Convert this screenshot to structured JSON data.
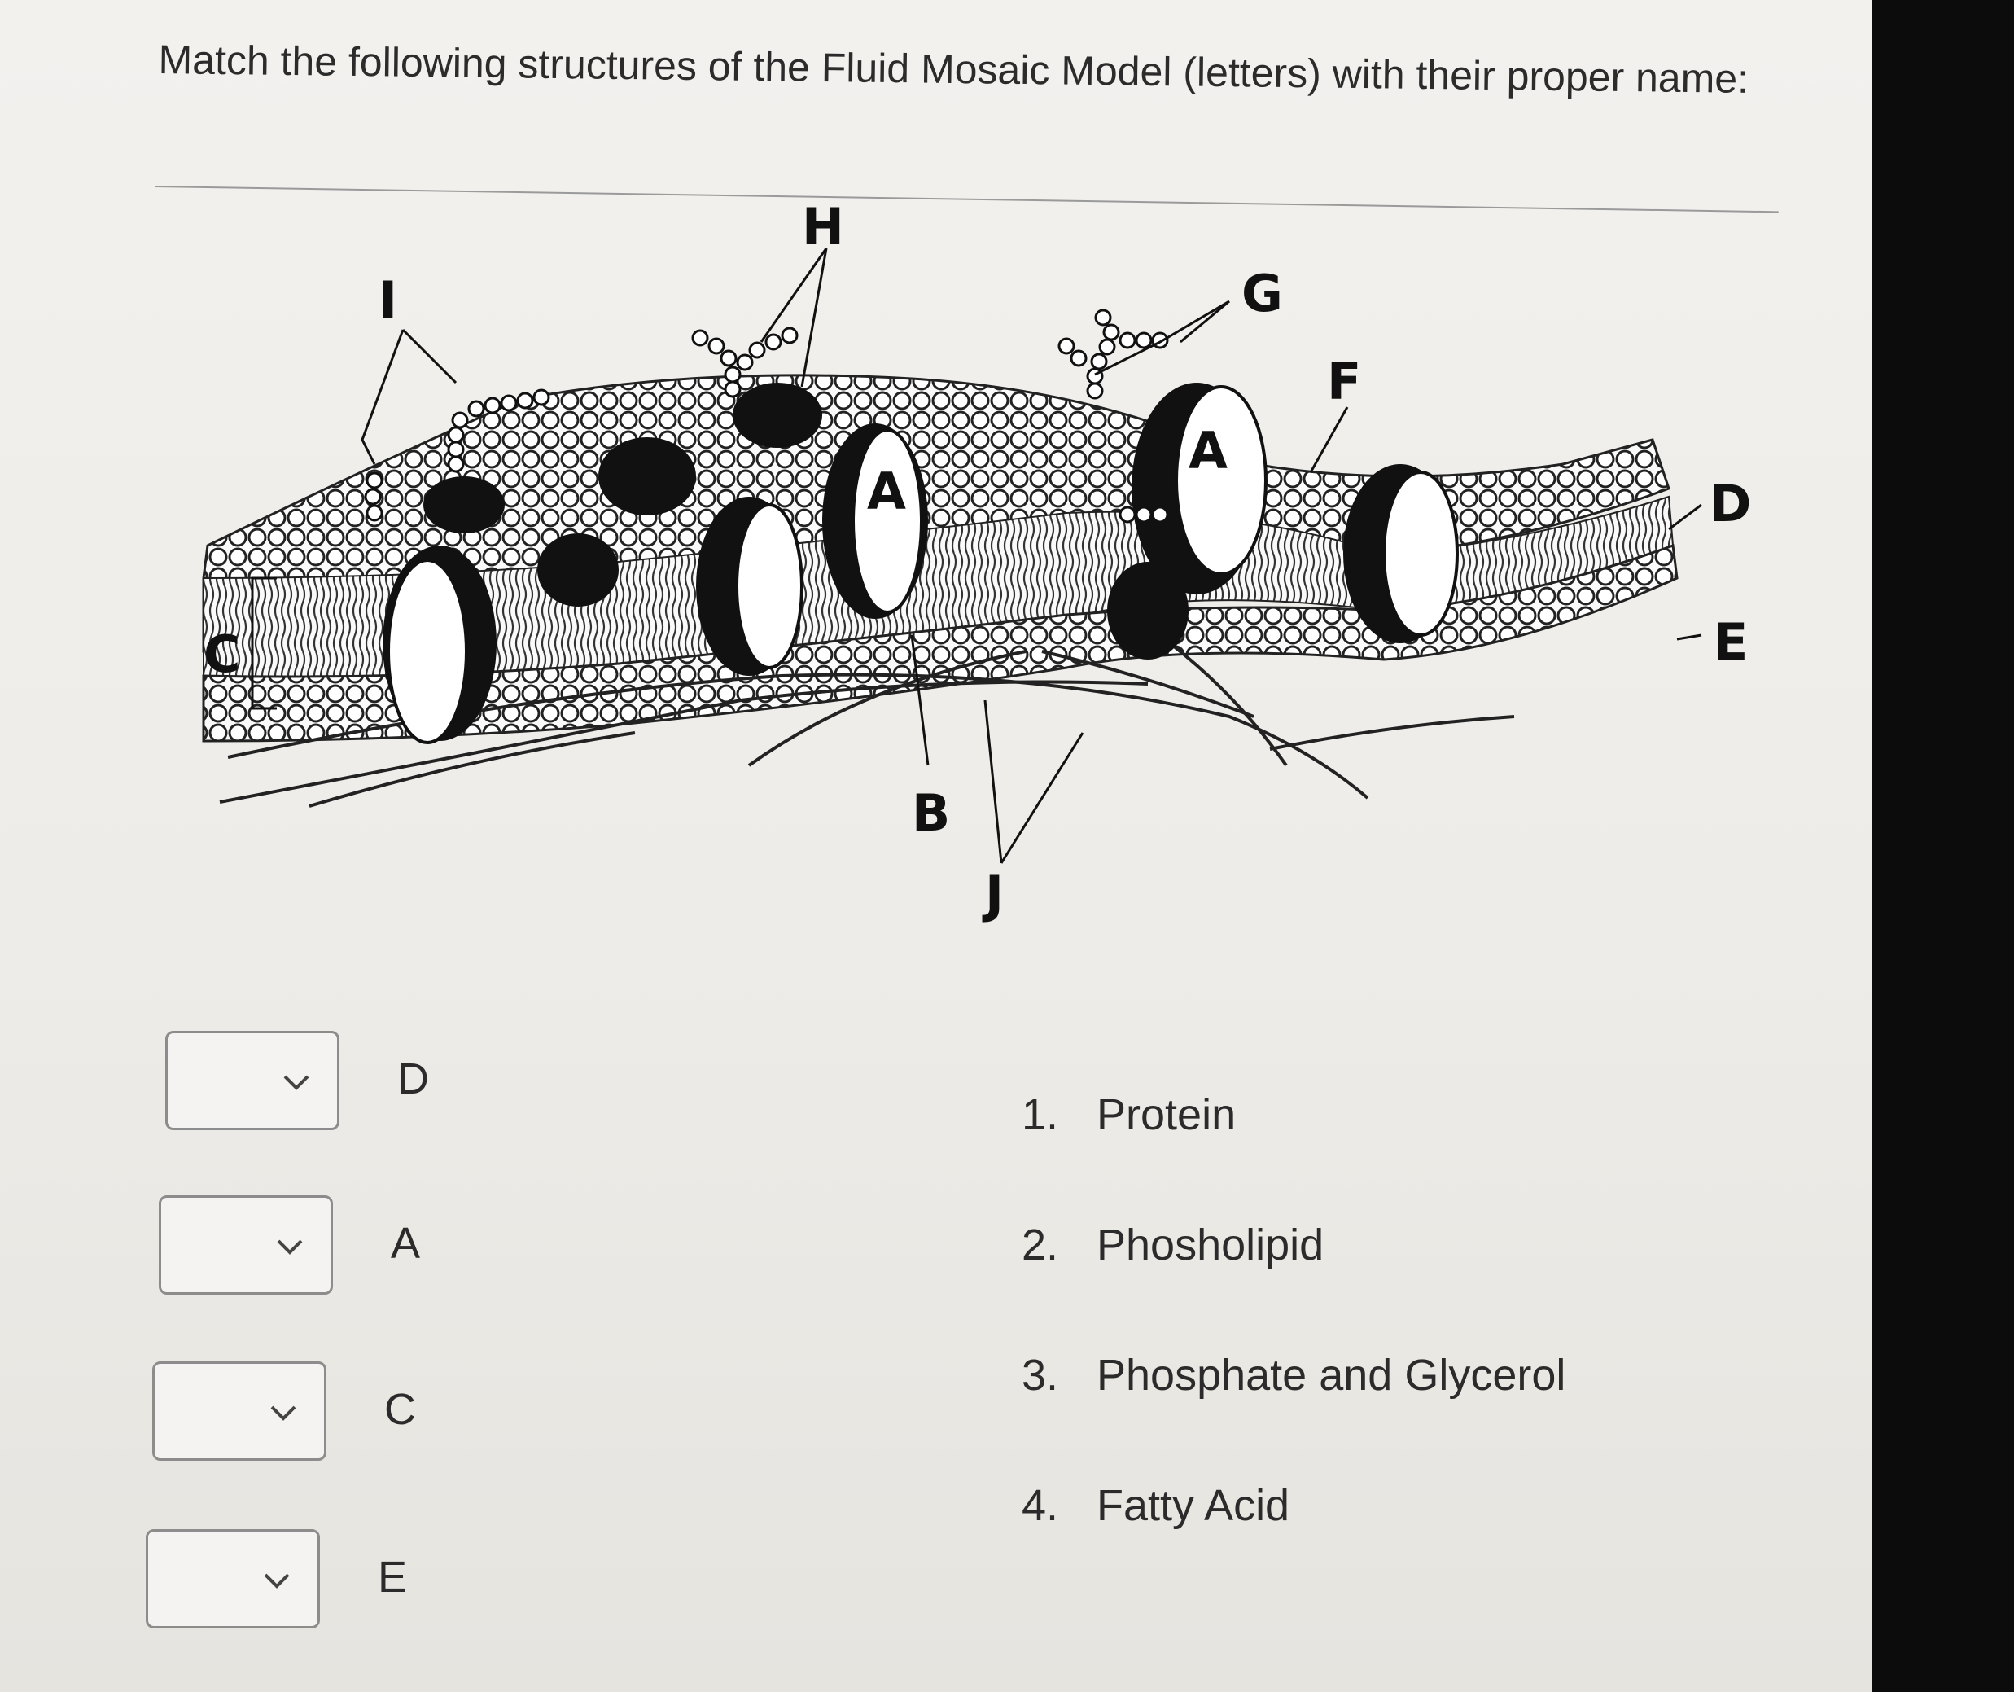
{
  "question": {
    "text": "Match the following structures of the Fluid Mosaic Model (letters) with their proper name:"
  },
  "figure": {
    "labels": {
      "A": "A",
      "B": "B",
      "C": "C",
      "D": "D",
      "E": "E",
      "F": "F",
      "G": "G",
      "H": "H",
      "I": "I",
      "J": "J"
    }
  },
  "match_rows": [
    {
      "letter": "D",
      "selected": ""
    },
    {
      "letter": "A",
      "selected": ""
    },
    {
      "letter": "C",
      "selected": ""
    },
    {
      "letter": "E",
      "selected": ""
    }
  ],
  "answers": [
    {
      "num": "1.",
      "text": "Protein"
    },
    {
      "num": "2.",
      "text": "Phosholipid"
    },
    {
      "num": "3.",
      "text": "Phosphate and Glycerol"
    },
    {
      "num": "4.",
      "text": "Fatty Acid"
    }
  ],
  "icons": {
    "dropdown": "chevron-down-icon"
  }
}
